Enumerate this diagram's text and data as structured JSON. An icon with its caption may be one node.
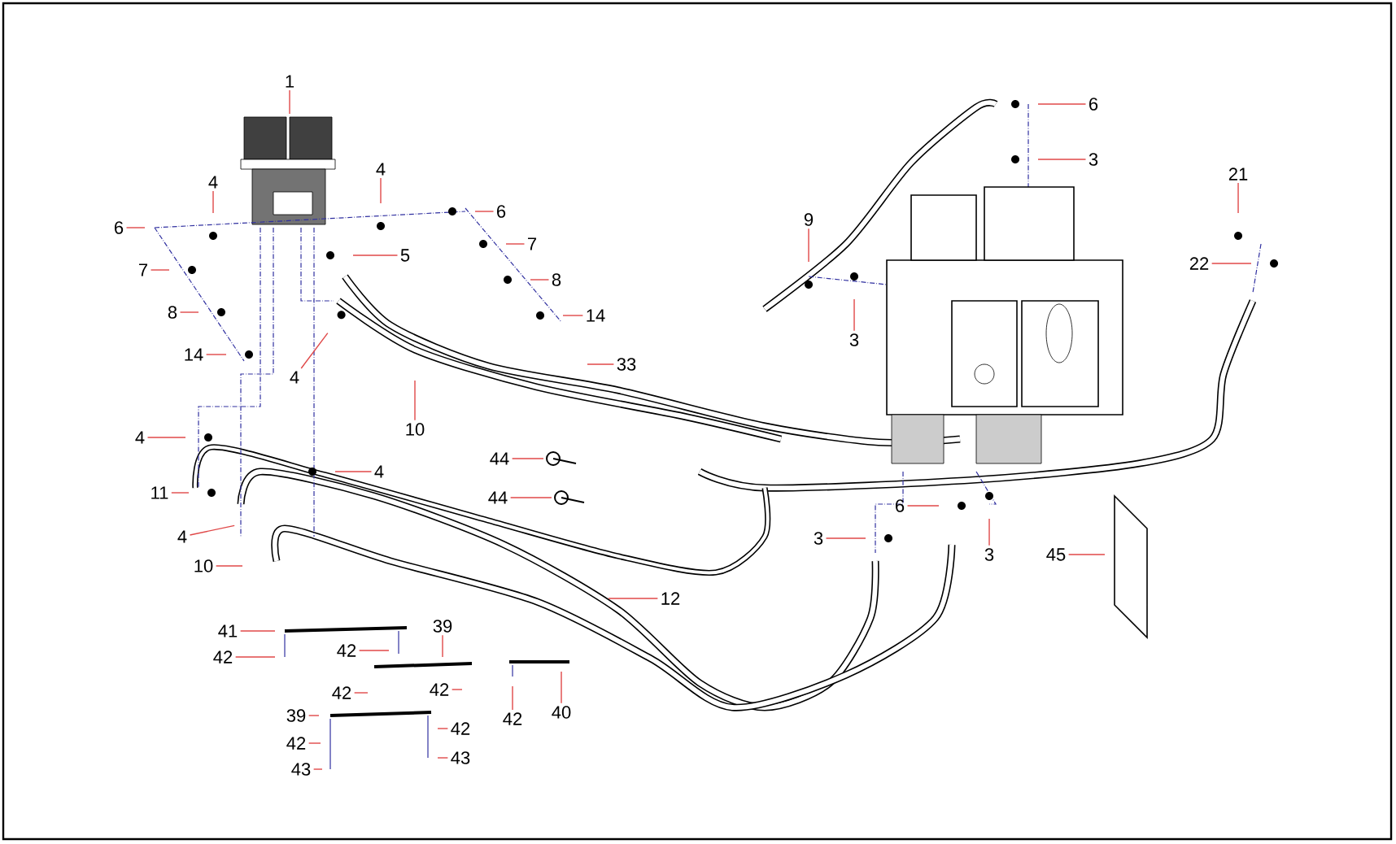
{
  "diagram": {
    "nodes": [
      {
        "text": [
          "1"
        ]
      },
      {
        "text": [
          "4"
        ]
      },
      {
        "text": [
          "4"
        ]
      },
      {
        "text": [
          "6"
        ]
      },
      {
        "text": [
          "6"
        ]
      },
      {
        "text": [
          "7"
        ]
      },
      {
        "text": [
          "5"
        ]
      },
      {
        "text": [
          "7"
        ]
      },
      {
        "text": [
          "8"
        ]
      },
      {
        "text": [
          "8"
        ]
      },
      {
        "text": [
          "14"
        ]
      },
      {
        "text": [
          "14"
        ]
      },
      {
        "text": [
          "33"
        ]
      },
      {
        "text": [
          "4"
        ]
      },
      {
        "text": [
          "10"
        ]
      },
      {
        "text": [
          "4"
        ]
      },
      {
        "text": [
          "4"
        ]
      },
      {
        "text": [
          "44"
        ]
      },
      {
        "text": [
          "44"
        ]
      },
      {
        "text": [
          "11"
        ]
      },
      {
        "text": [
          "4"
        ]
      },
      {
        "text": [
          "10"
        ]
      },
      {
        "text": [
          "12"
        ]
      },
      {
        "text": [
          "41"
        ]
      },
      {
        "text": [
          "39"
        ]
      },
      {
        "text": [
          "42"
        ]
      },
      {
        "text": [
          "42"
        ]
      },
      {
        "text": [
          "42"
        ]
      },
      {
        "text": [
          "42"
        ]
      },
      {
        "text": [
          "40"
        ]
      },
      {
        "text": [
          "39"
        ]
      },
      {
        "text": [
          "42"
        ]
      },
      {
        "text": [
          "42"
        ]
      },
      {
        "text": [
          "42"
        ]
      },
      {
        "text": [
          "43"
        ]
      },
      {
        "text": [
          "43"
        ]
      },
      {
        "text": [
          "6"
        ]
      },
      {
        "text": [
          "3"
        ]
      },
      {
        "text": [
          "9"
        ]
      },
      {
        "text": [
          "3"
        ]
      },
      {
        "text": [
          "21"
        ]
      },
      {
        "text": [
          "22"
        ]
      },
      {
        "text": [
          "6"
        ]
      },
      {
        "text": [
          "3"
        ]
      },
      {
        "text": [
          "3"
        ]
      },
      {
        "text": [
          "45"
        ]
      }
    ],
    "edges": [
      {
        "from": 0,
        "to": null,
        "arrow": "none"
      },
      {
        "from": 1,
        "to": null,
        "arrow": "none"
      },
      {
        "from": 2,
        "to": null,
        "arrow": "none"
      },
      {
        "from": 3,
        "to": null,
        "arrow": "none"
      },
      {
        "from": 4,
        "to": null,
        "arrow": "none"
      },
      {
        "from": 5,
        "to": null,
        "arrow": "none"
      },
      {
        "from": 6,
        "to": null,
        "arrow": "none"
      },
      {
        "from": 7,
        "to": null,
        "arrow": "none"
      },
      {
        "from": 8,
        "to": null,
        "arrow": "none"
      },
      {
        "from": 9,
        "to": null,
        "arrow": "none"
      },
      {
        "from": 10,
        "to": null,
        "arrow": "none"
      },
      {
        "from": 11,
        "to": null,
        "arrow": "none"
      },
      {
        "from": 12,
        "to": null,
        "arrow": "none"
      },
      {
        "from": 13,
        "to": null,
        "arrow": "none"
      },
      {
        "from": 14,
        "to": null,
        "arrow": "none"
      },
      {
        "from": 15,
        "to": null,
        "arrow": "none"
      },
      {
        "from": 16,
        "to": null,
        "arrow": "none"
      },
      {
        "from": 17,
        "to": null,
        "arrow": "none"
      },
      {
        "from": 18,
        "to": null,
        "arrow": "none"
      },
      {
        "from": 19,
        "to": null,
        "arrow": "none"
      },
      {
        "from": 20,
        "to": null,
        "arrow": "none"
      },
      {
        "from": 21,
        "to": null,
        "arrow": "none"
      },
      {
        "from": 22,
        "to": null,
        "arrow": "none"
      },
      {
        "from": 23,
        "to": null,
        "arrow": "none"
      },
      {
        "from": 24,
        "to": null,
        "arrow": "none"
      },
      {
        "from": 25,
        "to": null,
        "arrow": "none"
      },
      {
        "from": 26,
        "to": null,
        "arrow": "none"
      },
      {
        "from": 27,
        "to": null,
        "arrow": "none"
      },
      {
        "from": 28,
        "to": null,
        "arrow": "none"
      },
      {
        "from": 29,
        "to": null,
        "arrow": "none"
      },
      {
        "from": 30,
        "to": null,
        "arrow": "none"
      },
      {
        "from": 31,
        "to": null,
        "arrow": "none"
      },
      {
        "from": 32,
        "to": null,
        "arrow": "none"
      },
      {
        "from": 33,
        "to": null,
        "arrow": "none"
      },
      {
        "from": 34,
        "to": null,
        "arrow": "none"
      },
      {
        "from": 35,
        "to": null,
        "arrow": "none"
      },
      {
        "from": 36,
        "to": null,
        "arrow": "none"
      },
      {
        "from": 37,
        "to": null,
        "arrow": "none"
      },
      {
        "from": 38,
        "to": null,
        "arrow": "none"
      },
      {
        "from": 39,
        "to": null,
        "arrow": "none"
      },
      {
        "from": 40,
        "to": null,
        "arrow": "none"
      },
      {
        "from": 41,
        "to": null,
        "arrow": "none"
      },
      {
        "from": 42,
        "to": null,
        "arrow": "none"
      },
      {
        "from": 43,
        "to": null,
        "arrow": "none"
      },
      {
        "from": 44,
        "to": null,
        "arrow": "none"
      },
      {
        "from": 45,
        "to": null,
        "arrow": "none"
      }
    ]
  }
}
